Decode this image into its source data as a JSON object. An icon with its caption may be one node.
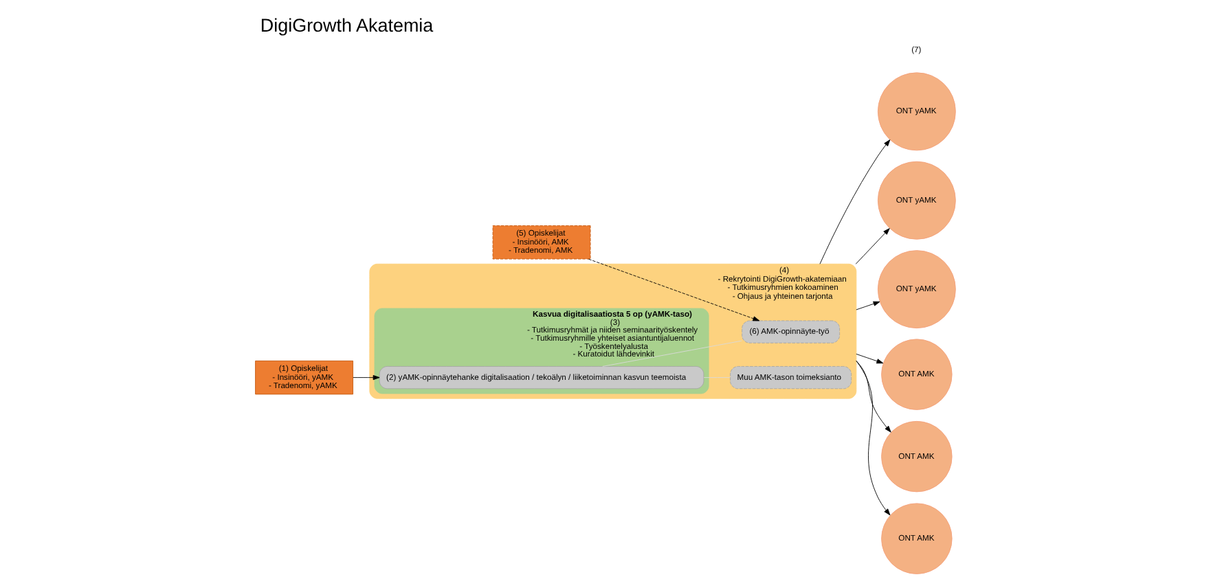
{
  "diagram": {
    "title": "DigiGrowth Akatemia",
    "nodes": [
      {
        "text": [
          "(4)",
          "- Rekrytointi DigiGrowth-akatemiaan",
          "- Tutkimusryhmien kokoaminen",
          "- Ohjaus ja yhteinen tarjonta"
        ]
      },
      {
        "text": [
          "Kasvua digitalisaatiosta 5 op (yAMK-taso)",
          "(3)",
          "- Tutkimusryhmät ja niiden seminaarityöskentely",
          "- Tutkimusryhmille yhteiset asiantuntijaluennot",
          "- Työskentelyalusta",
          "- Kuratoidut lähdevinkit"
        ],
        "in": 0
      },
      {
        "text": [
          "(2) yAMK-opinnäytehanke digitalisaation / tekoälyn / liiketoiminnan kasvun teemoista"
        ],
        "in": 1
      },
      {
        "text": [
          "(1) Opiskelijat",
          "- Insinööri, yAMK",
          "- Tradenomi, yAMK"
        ]
      },
      {
        "text": [
          "(5) Opiskelijat",
          "- Insinööri, AMK",
          "- Tradenomi, AMK"
        ]
      },
      {
        "text": [
          "(6) AMK-opinnäyte-työ"
        ],
        "in": 0
      },
      {
        "text": [
          "Muu AMK-tason toimeksianto"
        ],
        "in": 0
      },
      {
        "text": [
          "ONT yAMK"
        ]
      },
      {
        "text": [
          "ONT yAMK"
        ]
      },
      {
        "text": [
          "ONT yAMK"
        ]
      },
      {
        "text": [
          "ONT AMK"
        ]
      },
      {
        "text": [
          "ONT AMK"
        ]
      },
      {
        "text": [
          "ONT AMK"
        ]
      }
    ],
    "edges": [
      {
        "from": 3,
        "to": 2,
        "arrow": "to"
      },
      {
        "from": 4,
        "to": 5,
        "arrow": "to",
        "style": "dashed"
      },
      {
        "from": 2,
        "to": 5,
        "arrow": "none",
        "color": "#d9d9d9"
      },
      {
        "from": 2,
        "to": 6,
        "arrow": "none",
        "color": "#d9d9d9"
      },
      {
        "from": 0,
        "to": 7,
        "arrow": "to"
      },
      {
        "from": 0,
        "to": 8,
        "arrow": "to"
      },
      {
        "from": 0,
        "to": 9,
        "arrow": "to"
      },
      {
        "from": 0,
        "to": 10,
        "arrow": "to"
      },
      {
        "from": 0,
        "to": 11,
        "arrow": "to"
      },
      {
        "from": 0,
        "to": 12,
        "arrow": "to"
      }
    ],
    "labels": [
      "(7)"
    ]
  }
}
